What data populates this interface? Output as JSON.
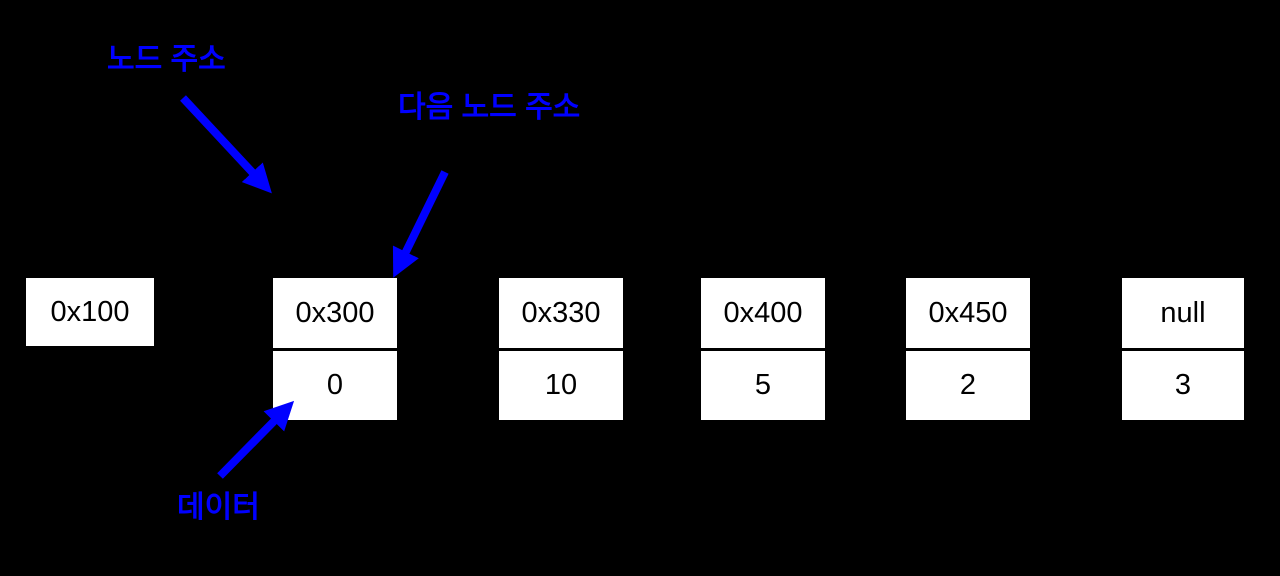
{
  "diagram": {
    "type": "singly-linked-list",
    "background_color": "#000000",
    "accent_color": "#0000ff",
    "box_fill_color": "#ffffff",
    "box_text_color": "#000000"
  },
  "labels": {
    "node_address": "노드 주소",
    "next_node_address": "다음 노드 주소",
    "data": "데이터"
  },
  "head": {
    "address": "0x100"
  },
  "nodes": [
    {
      "address": "0x300",
      "data": "0"
    },
    {
      "address": "0x330",
      "data": "10"
    },
    {
      "address": "0x400",
      "data": "5"
    },
    {
      "address": "0x450",
      "data": "2"
    },
    {
      "address": "null",
      "data": "3"
    }
  ],
  "arrows": [
    {
      "name": "node-address-arrow",
      "color": "#0000ff"
    },
    {
      "name": "next-node-address-arrow",
      "color": "#0000ff"
    },
    {
      "name": "data-arrow",
      "color": "#0000ff"
    }
  ]
}
